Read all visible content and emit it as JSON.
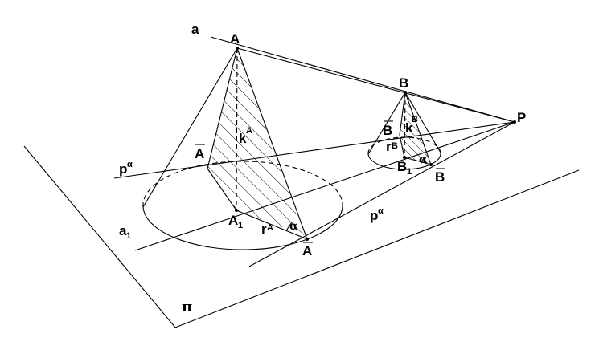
{
  "diagram": {
    "labels": {
      "line_a": "a",
      "apex_A": "A",
      "apex_B": "B",
      "point_P": "P",
      "line_p_alpha_left": "p",
      "line_p_alpha_right": "p",
      "alpha_superscript": "α",
      "A_bar_left": "A",
      "B_bar_upper": "B",
      "k_A": "k",
      "k_B": "k",
      "sup_A": "A",
      "sup_B": "B",
      "r_A": "r",
      "r_B": "r",
      "A1_base": "A",
      "B1_base": "B",
      "sub_1": "1",
      "line_a1": "a",
      "A_bar_bottom": "A",
      "B_bar_bottom": "B",
      "angle_alpha_A": "α",
      "angle_alpha_B": "α",
      "plane_pi": "π"
    }
  }
}
